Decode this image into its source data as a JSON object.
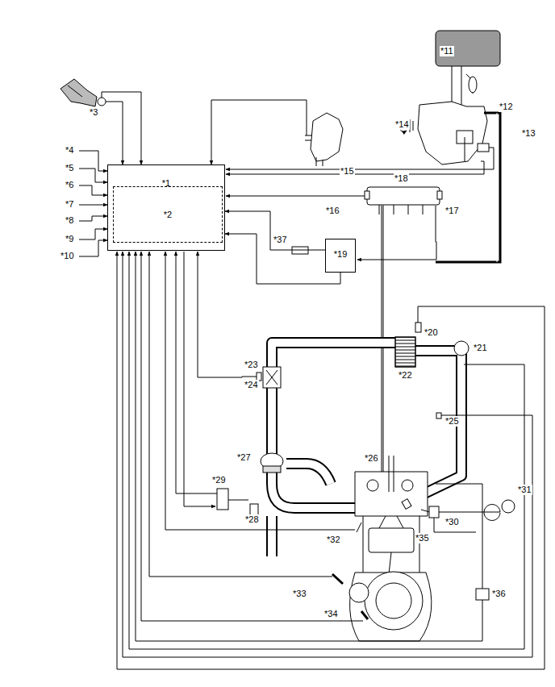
{
  "diagram": {
    "nodes": [
      {
        "text": [
          "*1"
        ]
      },
      {
        "text": [
          "*2"
        ],
        "in": 0
      },
      {
        "text": [
          "*19"
        ]
      }
    ],
    "edges": [
      {
        "from": 2,
        "to": 0,
        "arrow": "to"
      },
      {
        "from": 2,
        "to": 0,
        "arrow": "to"
      }
    ],
    "labels": [
      "*3",
      "*4",
      "*5",
      "*6",
      "*7",
      "*8",
      "*9",
      "*10",
      "*11",
      "*12",
      "*13",
      "*14",
      "*15",
      "*16",
      "*17",
      "*18",
      "*20",
      "*21",
      "*22",
      "*23",
      "*24",
      "*25",
      "*26",
      "*27",
      "*28",
      "*29",
      "*30",
      "*31",
      "*32",
      "*33",
      "*34",
      "*35",
      "*36",
      "*37"
    ]
  }
}
